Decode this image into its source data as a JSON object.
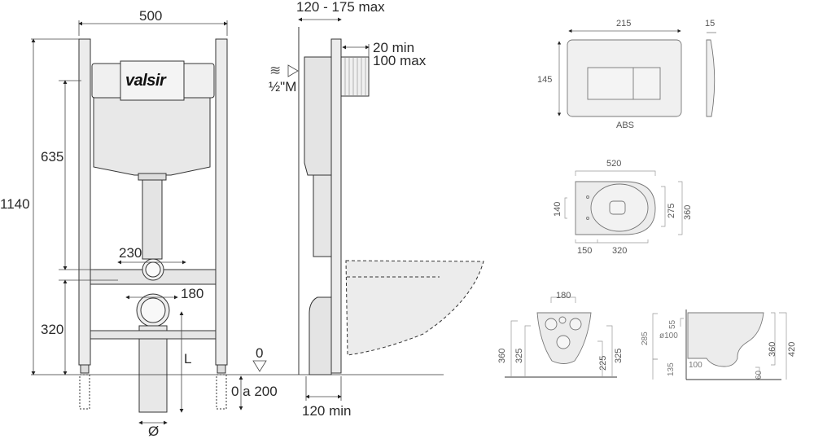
{
  "frame_front_view": {
    "brand_logo": "valsir",
    "width_label": "500",
    "total_height_label": "1140",
    "tank_height_label": "635",
    "bracket_height_label": "320",
    "flush_pipe_spacing_label": "230",
    "bolt_spacing_label": "180",
    "drain_length_label": "L",
    "drain_diameter_label": "Ø",
    "floor_level_label": "0",
    "foot_adjust_label": "0 a 200"
  },
  "frame_side_view": {
    "depth_label": "120 - 175 max",
    "flush_plate_depth_label_min": "20 min",
    "flush_plate_depth_label_max": "100 max",
    "water_inlet_label": "½\"M",
    "water_inlet_icon": "water-waves-icon",
    "min_depth_label": "120 min"
  },
  "flush_plate": {
    "width_label": "215",
    "height_label": "145",
    "thickness_label": "15",
    "material_label": "ABS"
  },
  "wc_top_view": {
    "length_label": "520",
    "width_label": "360",
    "seat_width_label": "275",
    "bolt_spacing_label": "140",
    "rear_offset_label": "150",
    "bowl_length_label": "320"
  },
  "wc_rear_view": {
    "inlet_spacing_label": "180",
    "height_left_label": "360",
    "inlet_height_label": "325",
    "outlet_height_label": "225",
    "height_right_label": "325"
  },
  "wc_side_view": {
    "inlet_height_label": "285",
    "inlet_offset_label": "55",
    "drain_diameter_label": "ø100",
    "outlet_height_label": "135",
    "outlet_depth_label": "100",
    "bowl_height_label": "360",
    "total_height_label": "420",
    "base_gap_label": "60"
  }
}
